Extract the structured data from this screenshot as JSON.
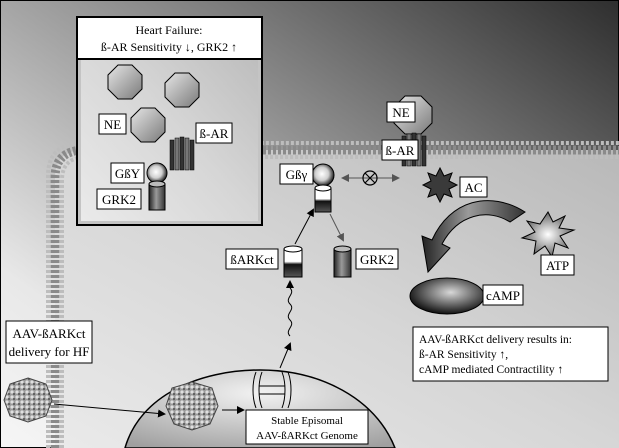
{
  "inset": {
    "title_line1": "Heart Failure:",
    "title_line2": "ß-AR Sensitivity ↓, GRK2 ↑",
    "ne": "NE",
    "bar": "ß-AR",
    "gby": "GßY",
    "grk2": "GRK2"
  },
  "membrane": {
    "ne": "NE",
    "bar": "ß-AR",
    "gby": "Gßγ",
    "ac": "AC",
    "atp": "ATP",
    "camp": "cAMP",
    "bark_ct": "ßARKct",
    "grk2": "GRK2"
  },
  "delivery": {
    "line1": "AAV-ßARKct",
    "line2": "delivery for HF"
  },
  "genome": {
    "line1": "Stable Episomal",
    "line2": "AAV-ßARKct Genome"
  },
  "result": {
    "line1": "AAV-ßARKct delivery results in:",
    "line2": "ß-AR Sensitivity ↑,",
    "line3": "cAMP mediated Contractility ↑"
  },
  "colors": {
    "background_dark": "#3a3a3a",
    "background_light": "#f4f4f4",
    "cell_interior": "#e6e6e6",
    "box_fill": "#ffffff",
    "outline": "#000000"
  }
}
